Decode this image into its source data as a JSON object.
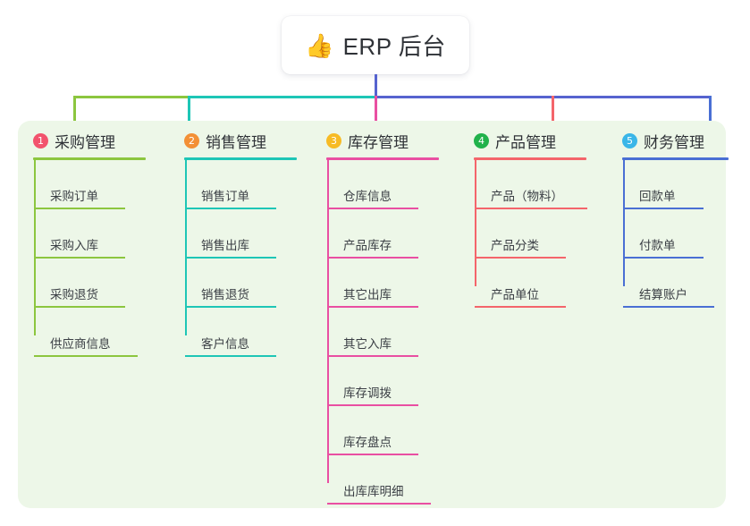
{
  "diagram": {
    "title": "ERP 后台",
    "root": {
      "emoji": "👍",
      "icon_name": "thumbs-up-icon",
      "label": "ERP 后台"
    },
    "panel_background": "#edf7e8",
    "columns": [
      {
        "number": "1",
        "badge_color": "#f2536d",
        "line_color": "#8cc63f",
        "label": "采购管理",
        "items": [
          {
            "label": "采购订单"
          },
          {
            "label": "采购入库"
          },
          {
            "label": "采购退货"
          },
          {
            "label": "供应商信息"
          }
        ]
      },
      {
        "number": "2",
        "badge_color": "#f39036",
        "line_color": "#1ec6b6",
        "label": "销售管理",
        "items": [
          {
            "label": "销售订单"
          },
          {
            "label": "销售出库"
          },
          {
            "label": "销售退货"
          },
          {
            "label": "客户信息"
          }
        ]
      },
      {
        "number": "3",
        "badge_color": "#f7bb25",
        "line_color": "#e94fa2",
        "label": "库存管理",
        "items": [
          {
            "label": "仓库信息"
          },
          {
            "label": "产品库存"
          },
          {
            "label": "其它出库"
          },
          {
            "label": "其它入库"
          },
          {
            "label": "库存调拨"
          },
          {
            "label": "库存盘点"
          },
          {
            "label": "出库库明细"
          }
        ]
      },
      {
        "number": "4",
        "badge_color": "#21b24b",
        "line_color": "#f4656b",
        "label": "产品管理",
        "items": [
          {
            "label": "产品（物料）"
          },
          {
            "label": "产品分类"
          },
          {
            "label": "产品单位"
          }
        ]
      },
      {
        "number": "5",
        "badge_color": "#3ab6e8",
        "line_color": "#4a6fd4",
        "label": "财务管理",
        "items": [
          {
            "label": "回款单"
          },
          {
            "label": "付款单"
          },
          {
            "label": "结算账户"
          }
        ]
      }
    ],
    "connectors": {
      "root_stem_color": "#5663cf",
      "bus_segments": [
        {
          "color": "#8cc63f"
        },
        {
          "color": "#1ec6b6"
        },
        {
          "color": "#5663cf"
        }
      ]
    }
  }
}
